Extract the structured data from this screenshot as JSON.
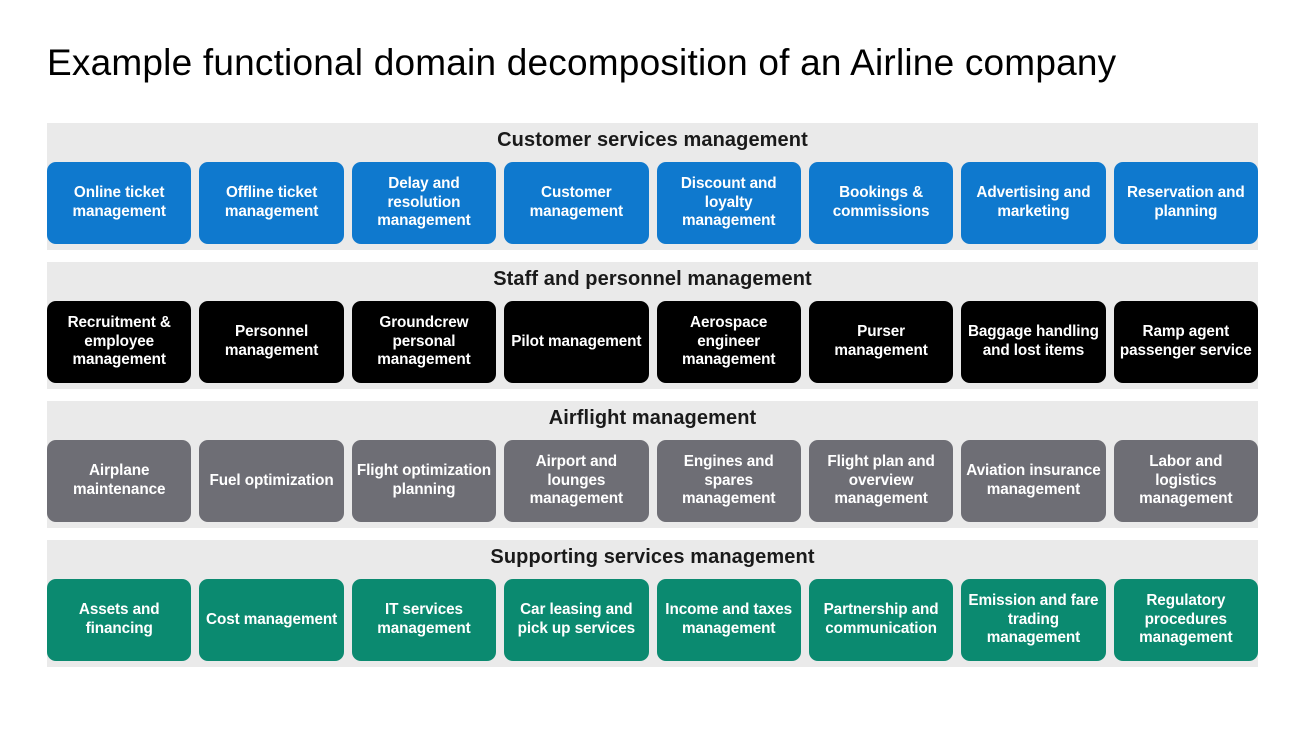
{
  "page": {
    "title": "Example functional domain decomposition of an Airline company",
    "background": "#FFFFFF",
    "band_color": "#EAEAEA"
  },
  "sections": [
    {
      "header": "Customer services management",
      "accent": "#0F79CE",
      "theme": "blue",
      "cards": [
        {
          "label": "Online ticket management"
        },
        {
          "label": "Offline ticket management"
        },
        {
          "label": "Delay and resolution management"
        },
        {
          "label": "Customer management"
        },
        {
          "label": "Discount and loyalty management"
        },
        {
          "label": "Bookings & commissions"
        },
        {
          "label": "Advertising and marketing"
        },
        {
          "label": "Reservation and planning"
        }
      ]
    },
    {
      "header": "Staff and personnel management",
      "accent": "#000000",
      "theme": "black",
      "cards": [
        {
          "label": "Recruitment & employee management"
        },
        {
          "label": "Personnel management"
        },
        {
          "label": "Groundcrew personal management"
        },
        {
          "label": "Pilot management"
        },
        {
          "label": "Aerospace engineer management"
        },
        {
          "label": "Purser management"
        },
        {
          "label": "Baggage handling and lost items"
        },
        {
          "label": "Ramp agent passenger service"
        }
      ]
    },
    {
      "header": "Airflight management",
      "accent": "#6E6E75",
      "theme": "gray",
      "cards": [
        {
          "label": "Airplane maintenance"
        },
        {
          "label": "Fuel optimization"
        },
        {
          "label": "Flight optimization planning"
        },
        {
          "label": "Airport and lounges management"
        },
        {
          "label": "Engines and spares management"
        },
        {
          "label": "Flight plan and overview management"
        },
        {
          "label": "Aviation insurance management"
        },
        {
          "label": "Labor and logistics management"
        }
      ]
    },
    {
      "header": "Supporting services management",
      "accent": "#0B8A70",
      "theme": "green",
      "cards": [
        {
          "label": "Assets and financing"
        },
        {
          "label": "Cost management"
        },
        {
          "label": "IT services management"
        },
        {
          "label": "Car leasing and pick up services"
        },
        {
          "label": "Income and taxes management"
        },
        {
          "label": "Partnership and communication"
        },
        {
          "label": "Emission and fare trading management"
        },
        {
          "label": "Regulatory procedures management"
        }
      ]
    }
  ]
}
